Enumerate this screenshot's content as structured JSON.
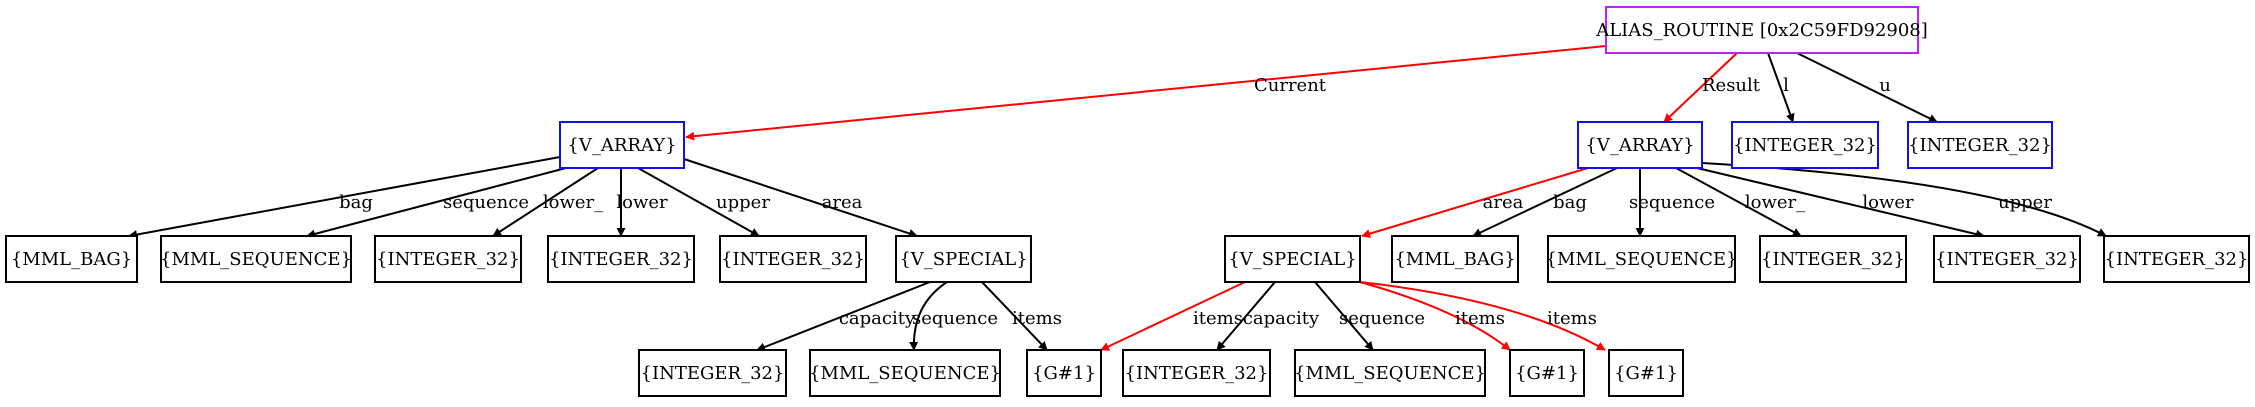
{
  "colors": {
    "node_blue": "#1111ee",
    "node_purple": "#c020ff",
    "node_black": "#000000",
    "edge_red": "#ff0000",
    "edge_black": "#000000"
  },
  "nodes": {
    "alias": {
      "label": "ALIAS_ROUTINE [0x2C59FD92908]",
      "color": "#c020ff"
    },
    "va1": {
      "label": "{V_ARRAY}",
      "color": "#1111ee"
    },
    "va2": {
      "label": "{V_ARRAY}",
      "color": "#1111ee"
    },
    "int_l": {
      "label": "{INTEGER_32}",
      "color": "#1111ee"
    },
    "int_u": {
      "label": "{INTEGER_32}",
      "color": "#1111ee"
    },
    "bag1": {
      "label": "{MML_BAG}",
      "color": "#000000"
    },
    "seq1": {
      "label": "{MML_SEQUENCE}",
      "color": "#000000"
    },
    "int1a": {
      "label": "{INTEGER_32}",
      "color": "#000000"
    },
    "int1b": {
      "label": "{INTEGER_32}",
      "color": "#000000"
    },
    "int1c": {
      "label": "{INTEGER_32}",
      "color": "#000000"
    },
    "vs1": {
      "label": "{V_SPECIAL}",
      "color": "#000000"
    },
    "vs2": {
      "label": "{V_SPECIAL}",
      "color": "#000000"
    },
    "bag2": {
      "label": "{MML_BAG}",
      "color": "#000000"
    },
    "seq2": {
      "label": "{MML_SEQUENCE}",
      "color": "#000000"
    },
    "int2a": {
      "label": "{INTEGER_32}",
      "color": "#000000"
    },
    "int2b": {
      "label": "{INTEGER_32}",
      "color": "#000000"
    },
    "int2c": {
      "label": "{INTEGER_32}",
      "color": "#000000"
    },
    "int3": {
      "label": "{INTEGER_32}",
      "color": "#000000"
    },
    "seq3": {
      "label": "{MML_SEQUENCE}",
      "color": "#000000"
    },
    "g1": {
      "label": "{G#1}",
      "color": "#000000"
    },
    "int4": {
      "label": "{INTEGER_32}",
      "color": "#000000"
    },
    "seq4": {
      "label": "{MML_SEQUENCE}",
      "color": "#000000"
    },
    "g2": {
      "label": "{G#1}",
      "color": "#000000"
    },
    "g3": {
      "label": "{G#1}",
      "color": "#000000"
    }
  },
  "edges": [
    {
      "from": "alias",
      "to": "va1",
      "label": "Current",
      "color": "#ff0000"
    },
    {
      "from": "alias",
      "to": "va2",
      "label": "Result",
      "color": "#ff0000"
    },
    {
      "from": "alias",
      "to": "int_l",
      "label": "l",
      "color": "#000000"
    },
    {
      "from": "alias",
      "to": "int_u",
      "label": "u",
      "color": "#000000"
    },
    {
      "from": "va1",
      "to": "bag1",
      "label": "bag",
      "color": "#000000"
    },
    {
      "from": "va1",
      "to": "seq1",
      "label": "sequence",
      "color": "#000000"
    },
    {
      "from": "va1",
      "to": "int1a",
      "label": "lower_",
      "color": "#000000"
    },
    {
      "from": "va1",
      "to": "int1b",
      "label": "lower",
      "color": "#000000"
    },
    {
      "from": "va1",
      "to": "int1c",
      "label": "upper",
      "color": "#000000"
    },
    {
      "from": "va1",
      "to": "vs1",
      "label": "area",
      "color": "#000000"
    },
    {
      "from": "vs1",
      "to": "int3",
      "label": "capacity",
      "color": "#000000"
    },
    {
      "from": "vs1",
      "to": "seq3",
      "label": "sequence",
      "color": "#000000"
    },
    {
      "from": "vs1",
      "to": "g1",
      "label": "items",
      "color": "#000000"
    },
    {
      "from": "va2",
      "to": "vs2",
      "label": "area",
      "color": "#ff0000"
    },
    {
      "from": "va2",
      "to": "bag2",
      "label": "bag",
      "color": "#000000"
    },
    {
      "from": "va2",
      "to": "seq2",
      "label": "sequence",
      "color": "#000000"
    },
    {
      "from": "va2",
      "to": "int2a",
      "label": "lower_",
      "color": "#000000"
    },
    {
      "from": "va2",
      "to": "int2b",
      "label": "lower",
      "color": "#000000"
    },
    {
      "from": "va2",
      "to": "int2c",
      "label": "upper",
      "color": "#000000"
    },
    {
      "from": "vs2",
      "to": "g1",
      "label": "items",
      "color": "#ff0000"
    },
    {
      "from": "vs2",
      "to": "int4",
      "label": "capacity",
      "color": "#000000"
    },
    {
      "from": "vs2",
      "to": "seq4",
      "label": "sequence",
      "color": "#000000"
    },
    {
      "from": "vs2",
      "to": "g2",
      "label": "items",
      "color": "#ff0000"
    },
    {
      "from": "vs2",
      "to": "g3",
      "label": "items",
      "color": "#ff0000"
    }
  ]
}
